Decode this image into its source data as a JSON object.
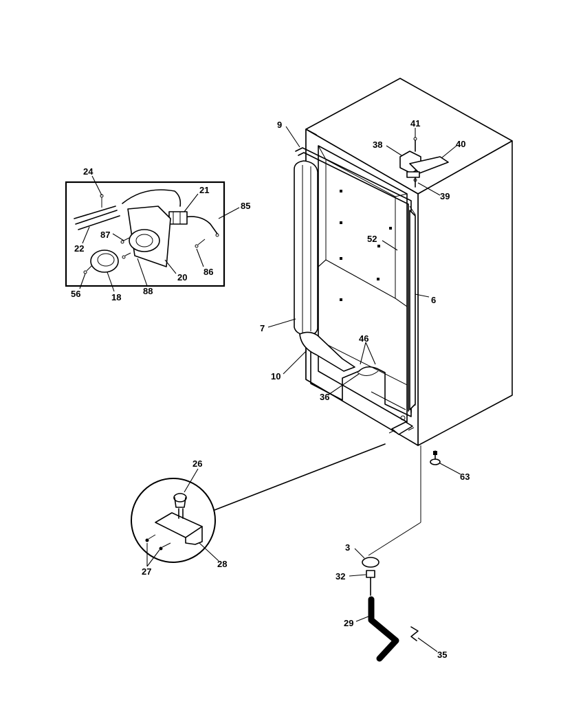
{
  "callouts": [
    {
      "id": "c24",
      "text": "24"
    },
    {
      "id": "c21",
      "text": "21"
    },
    {
      "id": "c85",
      "text": "85"
    },
    {
      "id": "c22",
      "text": "22"
    },
    {
      "id": "c87",
      "text": "87"
    },
    {
      "id": "c20",
      "text": "20"
    },
    {
      "id": "c86",
      "text": "86"
    },
    {
      "id": "c56",
      "text": "56"
    },
    {
      "id": "c18",
      "text": "18"
    },
    {
      "id": "c88",
      "text": "88"
    },
    {
      "id": "c9",
      "text": "9"
    },
    {
      "id": "c41",
      "text": "41"
    },
    {
      "id": "c38",
      "text": "38"
    },
    {
      "id": "c40",
      "text": "40"
    },
    {
      "id": "c39",
      "text": "39"
    },
    {
      "id": "c52",
      "text": "52"
    },
    {
      "id": "c6",
      "text": "6"
    },
    {
      "id": "c7",
      "text": "7"
    },
    {
      "id": "c46",
      "text": "46"
    },
    {
      "id": "c10",
      "text": "10"
    },
    {
      "id": "c36",
      "text": "36"
    },
    {
      "id": "c63",
      "text": "63"
    },
    {
      "id": "c26",
      "text": "26"
    },
    {
      "id": "c28",
      "text": "28"
    },
    {
      "id": "c27",
      "text": "27"
    },
    {
      "id": "c3",
      "text": "3"
    },
    {
      "id": "c32",
      "text": "32"
    },
    {
      "id": "c29",
      "text": "29"
    },
    {
      "id": "c35",
      "text": "35"
    }
  ]
}
